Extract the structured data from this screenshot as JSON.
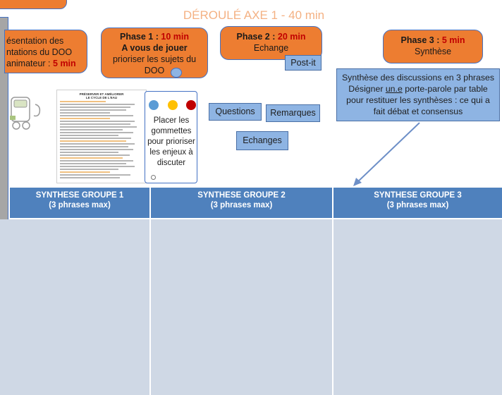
{
  "header": {
    "title": "DÉROULÉ AXE 1 - 40 min"
  },
  "intro": {
    "line1": "ésentation des",
    "line2": "ntations du DOO",
    "line3_prefix": "animateur : ",
    "line3_time": "5 min"
  },
  "phase1": {
    "title_prefix": "Phase 1 : ",
    "time": "10 min",
    "subtitle": "A vous de jouer",
    "line3": "prioriser les sujets du",
    "line4": "DOO"
  },
  "phase2": {
    "title_prefix": "Phase 2 : ",
    "time": "20 min",
    "subtitle": "Echange"
  },
  "phase3": {
    "title_prefix": "Phase 3 : ",
    "time": "5 min",
    "subtitle": "Synthèse"
  },
  "postit_label": "Post-it",
  "synthesis_instructions": {
    "line1": "Synthèse des discussions en 3 phrases",
    "line2_a": "Désigner ",
    "line2_underlined": "un.e",
    "line2_b": " porte-parole  par table",
    "line3": "pour restituer les synthèses : ce qui a",
    "line4": "fait débat et consensus"
  },
  "document_thumbnail": {
    "title1": "PRÉSERVER ET AMÉLIORER",
    "title2": "LE CYCLE DE L'EAU"
  },
  "sticker_card": {
    "text": "Placer les gommettes pour prioriser les enjeux à discuter",
    "dot_colors": [
      "#5B9BD5",
      "#FFC000",
      "#C00000"
    ]
  },
  "buttons": {
    "questions": "Questions",
    "remarques": "Remarques",
    "echanges": "Echanges"
  },
  "columns": [
    {
      "title": "SYNTHESE GROUPE 1",
      "subtitle": "(3 phrases max)"
    },
    {
      "title": "SYNTHESE GROUPE 2",
      "subtitle": "(3 phrases max)"
    },
    {
      "title": "SYNTHESE GROUPE 3",
      "subtitle": "(3 phrases max)"
    }
  ],
  "colors": {
    "orange": "#ED7D31",
    "header_title": "#F4B183",
    "red_time": "#C00000",
    "column_header": "#4F81BD",
    "column_body": "#CFD8E5",
    "button_blue": "#8EB4E3"
  }
}
